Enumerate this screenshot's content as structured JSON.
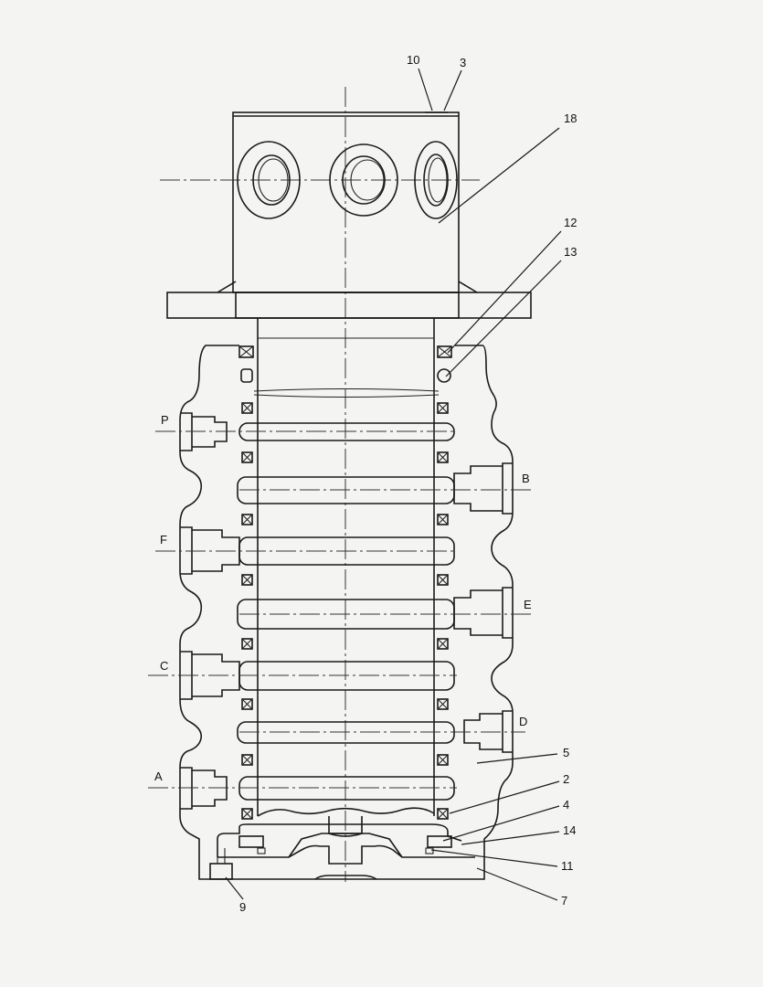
{
  "callouts": [
    {
      "id": "c10",
      "text": "10"
    },
    {
      "id": "c3",
      "text": "3"
    },
    {
      "id": "c18",
      "text": "18"
    },
    {
      "id": "c12",
      "text": "12"
    },
    {
      "id": "c13",
      "text": "13"
    },
    {
      "id": "c5",
      "text": "5"
    },
    {
      "id": "c2",
      "text": "2"
    },
    {
      "id": "c4",
      "text": "4"
    },
    {
      "id": "c14",
      "text": "14"
    },
    {
      "id": "c11",
      "text": "11"
    },
    {
      "id": "c7",
      "text": "7"
    },
    {
      "id": "c9",
      "text": "9"
    }
  ],
  "ports": {
    "P": "P",
    "B": "B",
    "F": "F",
    "E": "E",
    "C": "C",
    "D": "D",
    "A": "A"
  },
  "colors": {
    "line": "#1a1a1a",
    "background": "#f4f4f2"
  }
}
